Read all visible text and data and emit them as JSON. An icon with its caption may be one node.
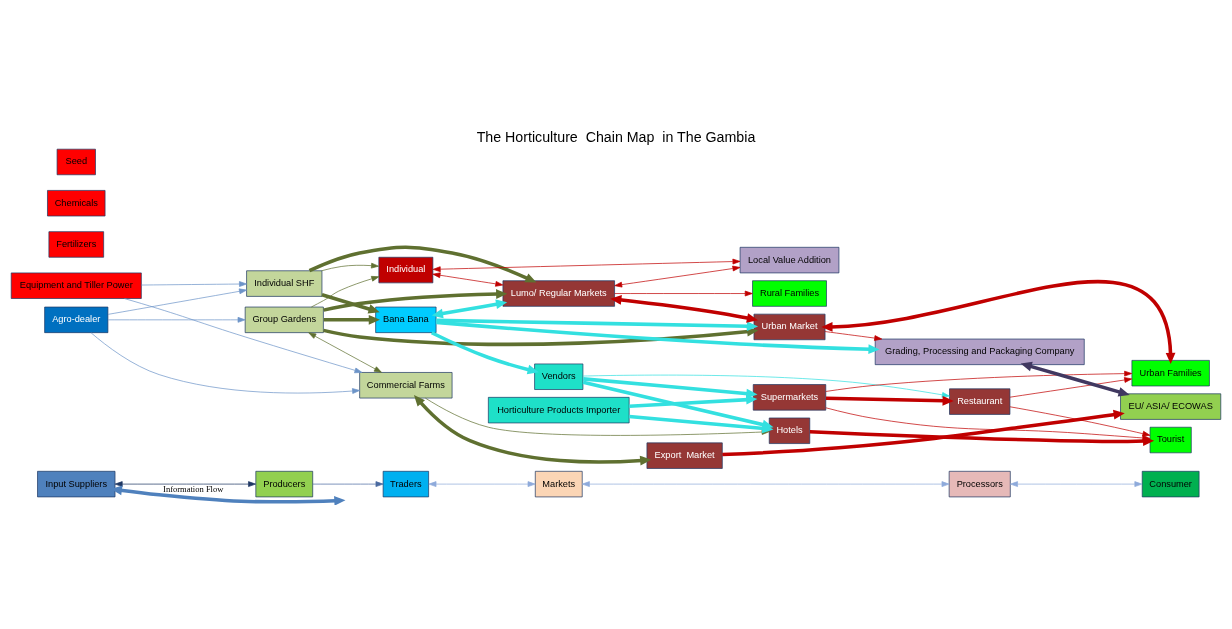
{
  "diagram": {
    "title": "The Horticulture  Chain Map  in The Gambia",
    "nodes": [
      {
        "text": [
          "Input Suppliers"
        ]
      },
      {
        "text": [
          "Producers"
        ]
      },
      {
        "text": [
          "Traders"
        ]
      },
      {
        "text": [
          "Markets"
        ]
      },
      {
        "text": [
          "Processors"
        ]
      },
      {
        "text": [
          "Consumer"
        ]
      },
      {
        "text": [
          "Seed"
        ]
      },
      {
        "text": [
          "Chemicals"
        ]
      },
      {
        "text": [
          "Fertilizers"
        ]
      },
      {
        "text": [
          "Equipment and Tiller Power"
        ]
      },
      {
        "text": [
          "Agro-dealer"
        ]
      },
      {
        "text": [
          "Individual SHF"
        ]
      },
      {
        "text": [
          "Group Gardens"
        ]
      },
      {
        "text": [
          "Commercial Farms"
        ]
      },
      {
        "text": [
          "Bana Bana"
        ]
      },
      {
        "text": [
          "Vendors"
        ]
      },
      {
        "text": [
          "Horticulture Products Importer"
        ]
      },
      {
        "text": [
          "Individual"
        ]
      },
      {
        "text": [
          "Lumo/ Regular Markets"
        ]
      },
      {
        "text": [
          "Urban Market"
        ]
      },
      {
        "text": [
          "Export  Market"
        ]
      },
      {
        "text": [
          "Restaurant"
        ]
      },
      {
        "text": [
          "Supermarkets"
        ]
      },
      {
        "text": [
          "Hotels"
        ]
      },
      {
        "text": [
          "Local Value Addition"
        ]
      },
      {
        "text": [
          "Grading, Processing and Packaging Company"
        ]
      },
      {
        "text": [
          "Rural Families"
        ]
      },
      {
        "text": [
          "Urban Families"
        ]
      },
      {
        "text": [
          "EU/ ASIA/ ECOWAS"
        ]
      },
      {
        "text": [
          "Tourist"
        ]
      }
    ],
    "edges": [
      {
        "from": 0,
        "to": 1,
        "arrow": "both",
        "color": "#1f3864"
      },
      {
        "from": 1,
        "to": 2,
        "arrow": "to",
        "color": "#4a6aa0"
      },
      {
        "from": 2,
        "to": 3,
        "arrow": "both",
        "color": "#8eaadb"
      },
      {
        "from": 3,
        "to": 4,
        "arrow": "both",
        "color": "#8eaadb"
      },
      {
        "from": 4,
        "to": 5,
        "arrow": "both",
        "color": "#8eaadb"
      },
      {
        "from": 0,
        "to": null,
        "arrow": "both",
        "label": "Information Flow",
        "style": "thick",
        "color": "#4f81bd"
      },
      {
        "from": 10,
        "to": 11,
        "arrow": "to",
        "color": "#6d94c8"
      },
      {
        "from": 10,
        "to": 12,
        "arrow": "to",
        "color": "#6d94c8"
      },
      {
        "from": 10,
        "to": 13,
        "arrow": "to",
        "color": "#6d94c8"
      },
      {
        "from": 9,
        "to": 13,
        "arrow": "to",
        "color": "#6d94c8"
      },
      {
        "from": 9,
        "to": 11,
        "arrow": "to",
        "color": "#6d94c8"
      },
      {
        "from": 11,
        "to": 17,
        "arrow": "to",
        "color": "#5f7030"
      },
      {
        "from": 11,
        "to": 18,
        "arrow": "to",
        "style": "thick",
        "color": "#5f7030"
      },
      {
        "from": 11,
        "to": 14,
        "arrow": "to",
        "style": "thick",
        "color": "#5f7030"
      },
      {
        "from": 12,
        "to": 17,
        "arrow": "to",
        "color": "#5f7030"
      },
      {
        "from": 12,
        "to": 14,
        "arrow": "to",
        "style": "thick",
        "color": "#5f7030"
      },
      {
        "from": 12,
        "to": 18,
        "arrow": "to",
        "style": "thick",
        "color": "#5f7030"
      },
      {
        "from": 12,
        "to": 19,
        "arrow": "to",
        "style": "thick",
        "color": "#5f7030"
      },
      {
        "from": 12,
        "to": 13,
        "arrow": "both",
        "color": "#5f7030"
      },
      {
        "from": 13,
        "to": 20,
        "arrow": "both",
        "style": "thick",
        "color": "#5f7030"
      },
      {
        "from": 13,
        "to": 23,
        "arrow": "to",
        "color": "#5f7030"
      },
      {
        "from": 14,
        "to": 18,
        "arrow": "both",
        "style": "thick",
        "color": "#33e0e0"
      },
      {
        "from": 14,
        "to": 25,
        "arrow": "to",
        "style": "thick",
        "color": "#33e0e0"
      },
      {
        "from": 14,
        "to": 19,
        "arrow": "to",
        "style": "thick",
        "color": "#33e0e0"
      },
      {
        "from": 14,
        "to": 15,
        "arrow": "to",
        "style": "thick",
        "color": "#33e0e0"
      },
      {
        "from": 15,
        "to": 21,
        "arrow": "to",
        "color": "#33e0e0"
      },
      {
        "from": 15,
        "to": 22,
        "arrow": "to",
        "style": "thick",
        "color": "#33e0e0"
      },
      {
        "from": 15,
        "to": 23,
        "arrow": "to",
        "style": "thick",
        "color": "#33e0e0"
      },
      {
        "from": 16,
        "to": 22,
        "arrow": "to",
        "style": "thick",
        "color": "#33e0e0"
      },
      {
        "from": 16,
        "to": 23,
        "arrow": "to",
        "style": "thick",
        "color": "#33e0e0"
      },
      {
        "from": 17,
        "to": 24,
        "arrow": "both"
      },
      {
        "from": 17,
        "to": 18,
        "arrow": "both"
      },
      {
        "from": 18,
        "to": 24,
        "arrow": "both"
      },
      {
        "from": 18,
        "to": 26,
        "arrow": "to"
      },
      {
        "from": 18,
        "to": 19,
        "arrow": "both",
        "style": "thick"
      },
      {
        "from": 19,
        "to": 25,
        "arrow": "to"
      },
      {
        "from": 19,
        "to": 27,
        "arrow": "both",
        "style": "thick"
      },
      {
        "from": 20,
        "to": 28,
        "arrow": "to",
        "style": "thick"
      },
      {
        "from": 21,
        "to": 27,
        "arrow": "to"
      },
      {
        "from": 21,
        "to": 29,
        "arrow": "to"
      },
      {
        "from": 22,
        "to": 21,
        "arrow": "to",
        "style": "thick"
      },
      {
        "from": 22,
        "to": 27,
        "arrow": "to"
      },
      {
        "from": 22,
        "to": 29,
        "arrow": "to"
      },
      {
        "from": 23,
        "to": 29,
        "arrow": "to",
        "style": "thick"
      },
      {
        "from": 25,
        "to": 28,
        "arrow": "both",
        "style": "thick",
        "color": "#403860"
      }
    ]
  }
}
